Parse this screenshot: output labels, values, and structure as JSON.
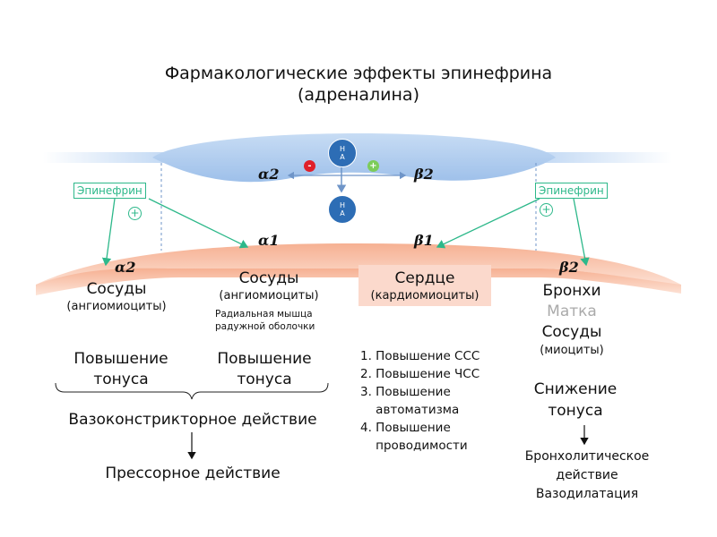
{
  "title_line1": "Фармакологические эффекты эпинефрина",
  "title_line2": "(адреналина)",
  "epinephrine_label": "Эпинефрин",
  "plus_sign": "+",
  "minus_sign": "-",
  "neurotransmitter_label_top": "Н",
  "neurotransmitter_label_bottom": "А",
  "receptors": {
    "alpha2_top": "α2",
    "beta2_top": "β2",
    "alpha1": "α1",
    "beta1": "β1",
    "alpha2_left": "α2",
    "beta2_right": "β2"
  },
  "targets": {
    "vessels_left": "Сосуды",
    "vessels_left_sub": "(ангиомиоциты)",
    "vessels_center": "Сосуды",
    "vessels_center_sub": "(ангиомиоциты)",
    "iris_line1": "Радиальная мышца",
    "iris_line2": "радужной оболочки",
    "heart": "Сердце",
    "heart_sub": "(кардиомиоциты)",
    "bronchi": "Бронхи",
    "uterus": "Матка",
    "vessels_right": "Сосуды",
    "vessels_right_sub": "(миоциты)"
  },
  "effects": {
    "increase_tone_1a": "Повышение",
    "increase_tone_1b": "тонуса",
    "increase_tone_2a": "Повышение",
    "increase_tone_2b": "тонуса",
    "vasoconstrictor": "Вазоконстрикторное действие",
    "pressor": "Прессорное действие",
    "heart_list": [
      "1. Повышение ССС",
      "2. Повышение ЧСС",
      "3. Повышение",
      "    автоматизма",
      "4. Повышение",
      "    проводимости"
    ],
    "decrease_tone_a": "Снижение",
    "decrease_tone_b": "тонуса",
    "bronchodilator": "Бронхолитическое",
    "action": "действие",
    "vasodilation": "Вазодилатация"
  },
  "colors": {
    "nerve_blue": "#a9c8ec",
    "cell_salmon": "#f6b9a0",
    "heart_box": "#fbd9cc",
    "arrow_green": "#2db88a",
    "ha_blue": "#2d6db5",
    "minus_red": "#e0202a",
    "plus_green": "#7ccc5a"
  }
}
